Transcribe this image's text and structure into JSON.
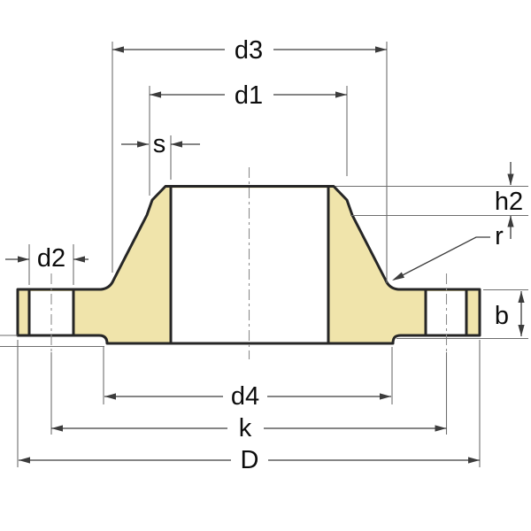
{
  "diagram": {
    "kind": "flange-cross-section-drawing",
    "labels": {
      "d3": "d3",
      "d1": "d1",
      "s": "s",
      "h2": "h2",
      "r": "r",
      "d2": "d2",
      "b": "b",
      "d4": "d4",
      "k": "k",
      "D": "D"
    },
    "colors": {
      "background": "#ffffff",
      "fill": "#f0e4ab",
      "outline": "#262626",
      "dimension": "#3c3c3c",
      "extension": "#6e6e6e",
      "centerline": "#8c8c8c",
      "text": "#0d0d0d"
    }
  }
}
